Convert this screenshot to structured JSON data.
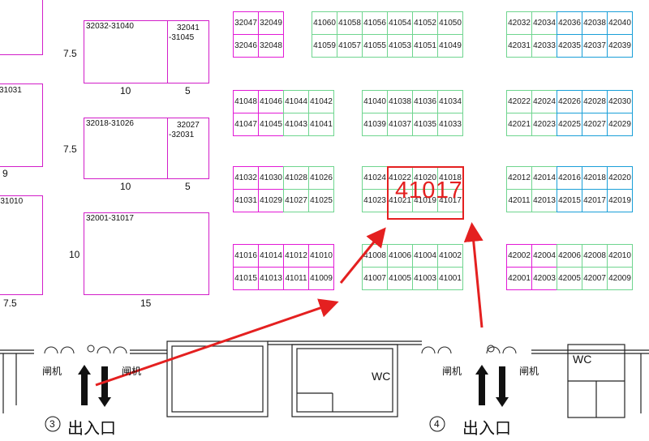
{
  "highlighted_booth": "41017",
  "colors": {
    "zone_3": "#e21ad6",
    "zone_4": "#6fd58f",
    "special": "#1a9fd8",
    "highlight": "#e42020"
  },
  "big_blocks": {
    "b32032": "32032-31040",
    "b32041a": "32041",
    "b32041b": "-31045",
    "b32018": "32018-31026",
    "b32027a": "32027",
    "b32027b": "-32031",
    "b32001": "32001-31017",
    "edge_31031": "31031",
    "edge_31010": "-31010"
  },
  "dims": [
    "7.5",
    "10",
    "5",
    "7.5",
    "10",
    "5",
    "10",
    "15",
    "9",
    "7.5"
  ],
  "booths": [
    "32047",
    "32049",
    "32046",
    "32048",
    "41060",
    "41058",
    "41056",
    "41054",
    "41052",
    "41050",
    "41059",
    "41057",
    "41055",
    "41053",
    "41051",
    "41049",
    "42032",
    "42034",
    "42036",
    "42038",
    "42040",
    "42031",
    "42033",
    "42035",
    "42037",
    "42039",
    "41048",
    "41046",
    "41044",
    "41042",
    "41047",
    "41045",
    "41043",
    "41041",
    "41040",
    "41038",
    "41036",
    "41034",
    "41039",
    "41037",
    "41035",
    "41033",
    "42022",
    "42024",
    "42026",
    "42028",
    "42030",
    "42021",
    "42023",
    "42025",
    "42027",
    "42029",
    "41032",
    "41030",
    "41028",
    "41026",
    "41031",
    "41029",
    "41027",
    "41025",
    "41024",
    "41022",
    "41020",
    "41018",
    "41023",
    "41021",
    "41019",
    "41017",
    "42012",
    "42014",
    "42016",
    "42018",
    "42020",
    "42011",
    "42013",
    "42015",
    "42017",
    "42019",
    "41016",
    "41014",
    "41012",
    "41010",
    "41015",
    "41013",
    "41011",
    "41009",
    "41008",
    "41006",
    "41004",
    "41002",
    "41007",
    "41005",
    "41003",
    "41001",
    "42002",
    "42004",
    "42006",
    "42008",
    "42010",
    "42001",
    "42003",
    "42005",
    "42007",
    "42009"
  ],
  "facilities": {
    "gate_label": "闸机",
    "wc_label": "WC",
    "entrance_3_number": "3",
    "entrance_4_number": "4",
    "entrance_label": "出入口"
  }
}
